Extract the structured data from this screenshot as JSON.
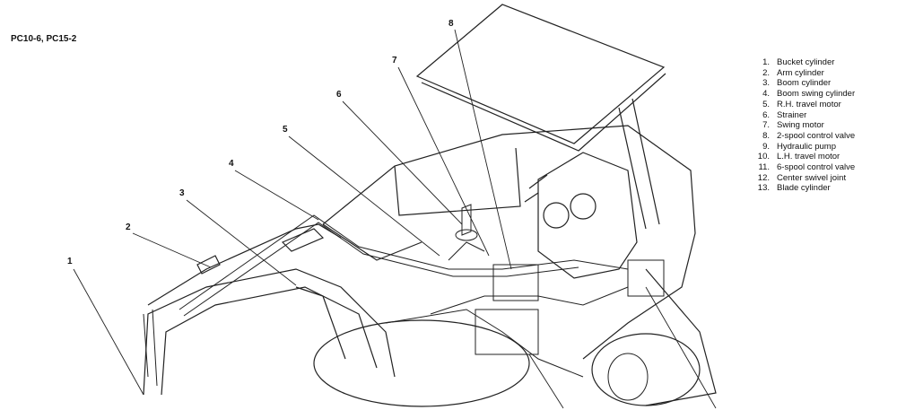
{
  "header": {
    "model": "PC10-6, PC15-2"
  },
  "legend": [
    {
      "num": "1.",
      "label": "Bucket cylinder"
    },
    {
      "num": "2.",
      "label": "Arm cylinder"
    },
    {
      "num": "3.",
      "label": "Boom cylinder"
    },
    {
      "num": "4.",
      "label": "Boom swing cylinder"
    },
    {
      "num": "5.",
      "label": "R.H. travel motor"
    },
    {
      "num": "6.",
      "label": "Strainer"
    },
    {
      "num": "7.",
      "label": "Swing motor"
    },
    {
      "num": "8.",
      "label": "2-spool control valve"
    },
    {
      "num": "9.",
      "label": "Hydraulic pump"
    },
    {
      "num": "10.",
      "label": "L.H. travel motor"
    },
    {
      "num": "11.",
      "label": "6-spool control valve"
    },
    {
      "num": "12.",
      "label": "Center swivel joint"
    },
    {
      "num": "13.",
      "label": "Blade cylinder"
    }
  ],
  "callouts": [
    "1",
    "2",
    "3",
    "4",
    "5",
    "6",
    "7",
    "8"
  ]
}
